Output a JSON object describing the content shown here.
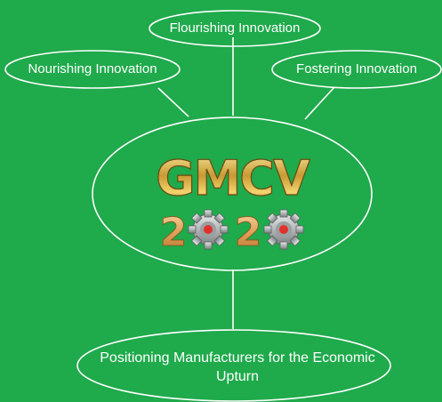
{
  "diagram": {
    "top_label": "Flourishing Innovation",
    "left_label": "Nourishing Innovation",
    "right_label": "Fostering Innovation",
    "bottom_label": "Positioning Manufacturers for the Economic Upturn",
    "logo": {
      "text": "GMCV",
      "year": "2020",
      "style": "metallic-gold-logo"
    }
  },
  "colors": {
    "background": "#1faa4b",
    "line": "#ffffff",
    "logo_gold": "#d8b24a",
    "logo_silver": "#bfc3c2",
    "gear_red": "#e2302a"
  }
}
